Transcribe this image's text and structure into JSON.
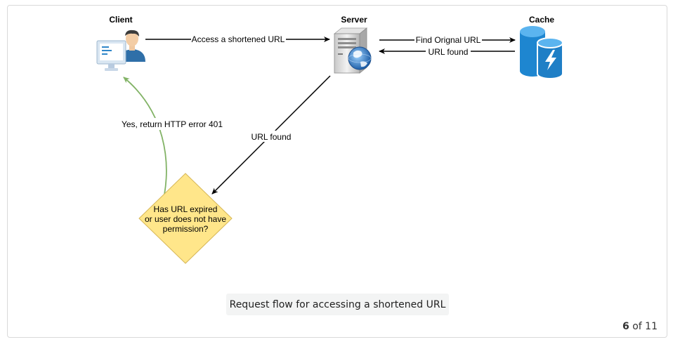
{
  "nodes": {
    "client": {
      "title": "Client",
      "icon": "user-monitor-icon"
    },
    "server": {
      "title": "Server",
      "icon": "web-server-globe-icon"
    },
    "cache": {
      "title": "Cache",
      "icon": "cache-database-icon"
    },
    "decision": {
      "lines": [
        "Has URL expired",
        "or user does not have",
        "permission?"
      ]
    }
  },
  "edges": {
    "client_to_server": "Access a shortened URL",
    "server_to_cache": "Find Orignal URL",
    "cache_to_server": "URL found",
    "server_to_decision": "URL found",
    "decision_to_client": "Yes, return HTTP error 401"
  },
  "caption": "Request flow for accessing a shortened URL",
  "pager": {
    "current": "6",
    "separator": "of",
    "total": "11"
  },
  "colors": {
    "decision_fill": "#ffe68a",
    "decision_stroke": "#d6b656",
    "cache_blue": "#1e86d0",
    "yes_arrow": "#82b366",
    "arrow": "#000000"
  }
}
